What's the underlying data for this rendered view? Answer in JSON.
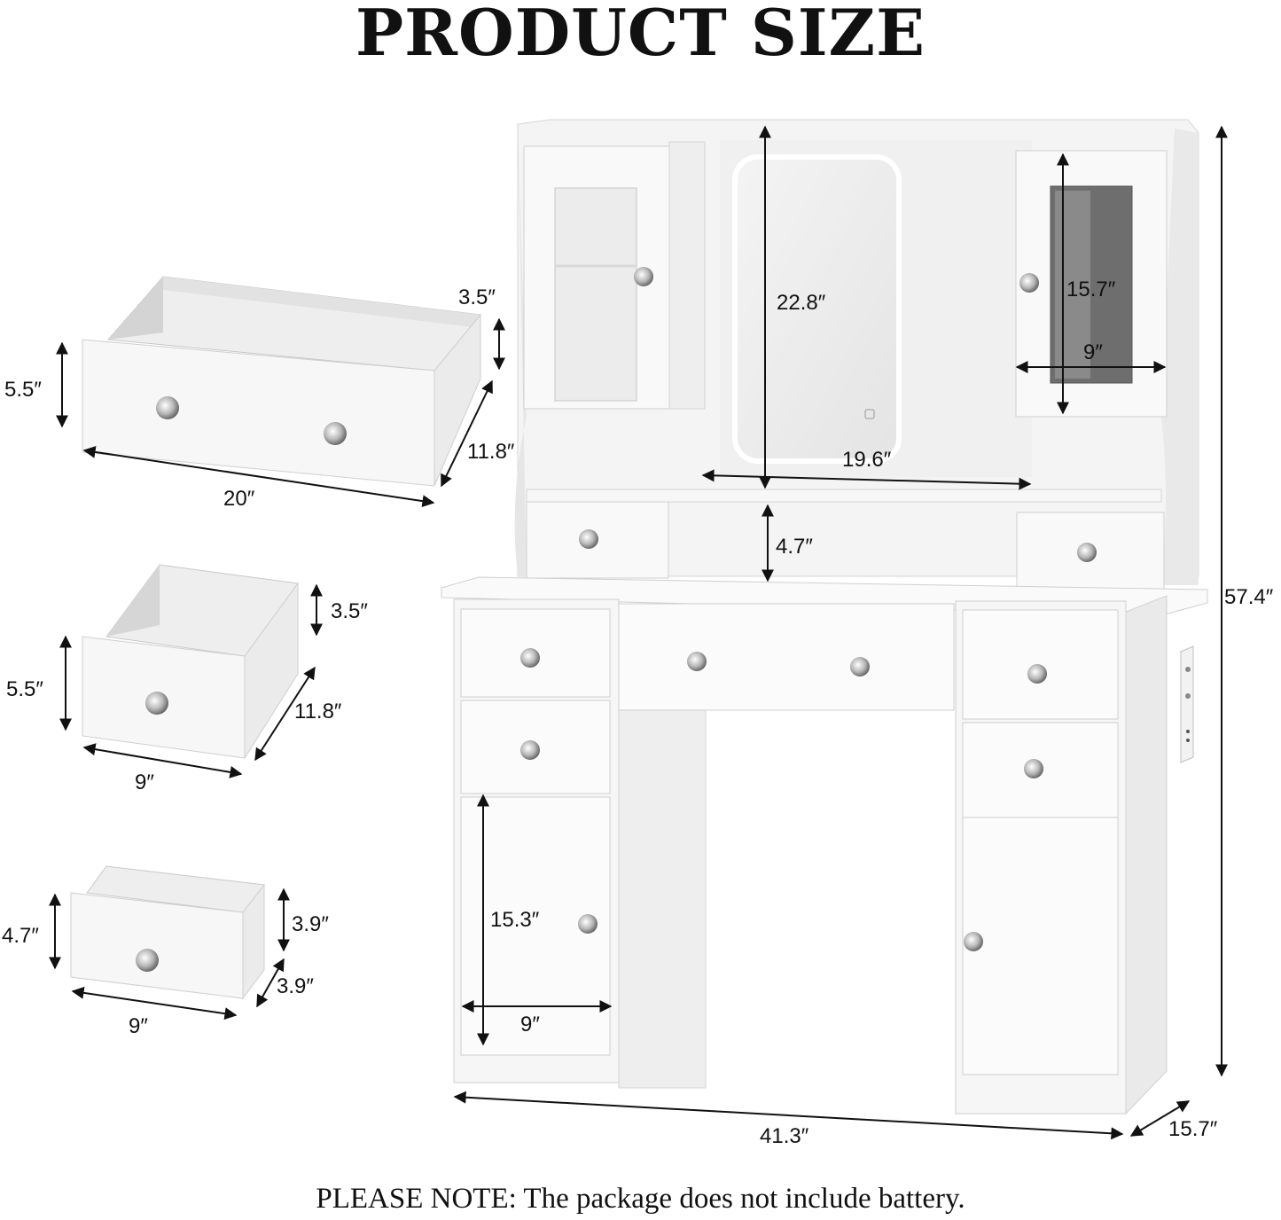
{
  "title": "PRODUCT SIZE",
  "note": "PLEASE NOTE: The package does not include battery.",
  "large_drawer": {
    "width": "20″",
    "height": "5.5″",
    "inner_height": "3.5″",
    "depth": "11.8″"
  },
  "medium_drawer": {
    "width": "9″",
    "height": "5.5″",
    "inner_height": "3.5″",
    "depth": "11.8″"
  },
  "small_drawer": {
    "width": "9″",
    "height": "4.7″",
    "inner_height": "3.9″",
    "depth": "3.9″"
  },
  "vanity": {
    "mirror_height": "22.8″",
    "mirror_width": "19.6″",
    "cabinet_height": "15.7″",
    "cabinet_width": "9″",
    "shelf_height": "4.7″",
    "total_height": "57.4″",
    "total_width": "41.3″",
    "total_depth": "15.7″",
    "door_height": "15.3″",
    "door_width": "9″"
  }
}
